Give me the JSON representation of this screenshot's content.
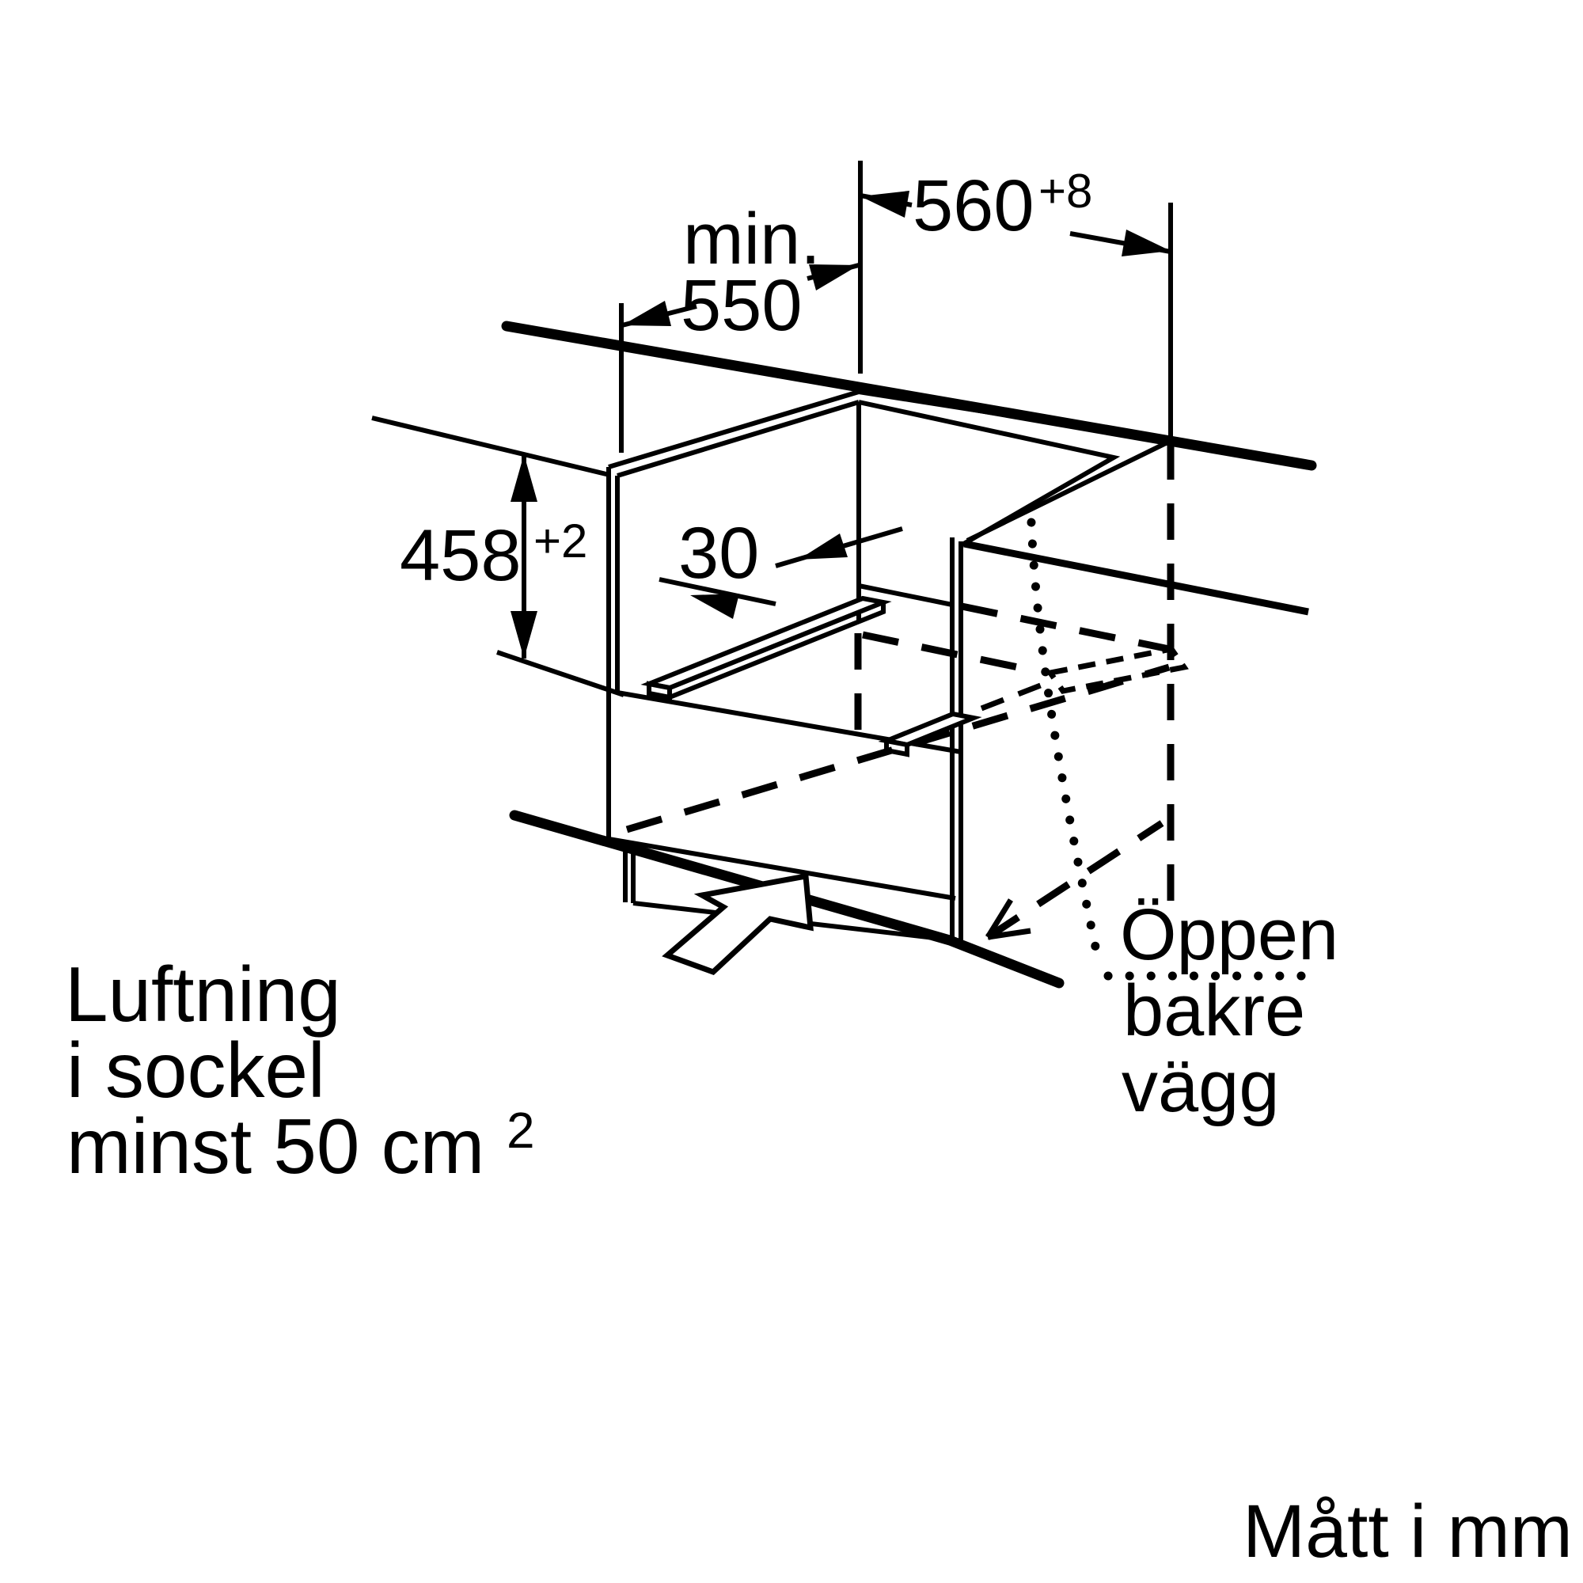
{
  "dimensions": {
    "niche_width": {
      "value": "560",
      "tolerance": "+8"
    },
    "niche_depth": {
      "prefix": "min.",
      "value": "550"
    },
    "niche_height": {
      "value": "458",
      "tolerance": "+2"
    },
    "rail_setback": {
      "value": "30"
    }
  },
  "notes": {
    "venting": {
      "line1": "Luftning",
      "line2": "i sockel",
      "line3": "minst 50 cm",
      "superscript": "2"
    },
    "rear_wall": {
      "line1": "Öppen",
      "line2": "bakre",
      "line3": "vägg"
    },
    "units": "Mått i mm"
  },
  "colors": {
    "line": "#000000",
    "background": "#ffffff"
  }
}
